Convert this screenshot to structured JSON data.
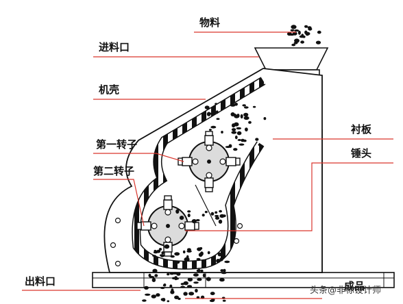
{
  "labels": {
    "material": "物料",
    "inlet": "进料口",
    "casing": "机壳",
    "first_rotor": "第一转子",
    "second_rotor": "第二转子",
    "outlet": "出料口",
    "liner": "衬板",
    "hammer": "锤头",
    "product": "成品"
  },
  "watermark": {
    "prefix": "头条",
    "handle": "@非标设计师"
  },
  "colors": {
    "leader": "#d9342b",
    "ink": "#111111",
    "rotor": "#dcdcdc"
  }
}
